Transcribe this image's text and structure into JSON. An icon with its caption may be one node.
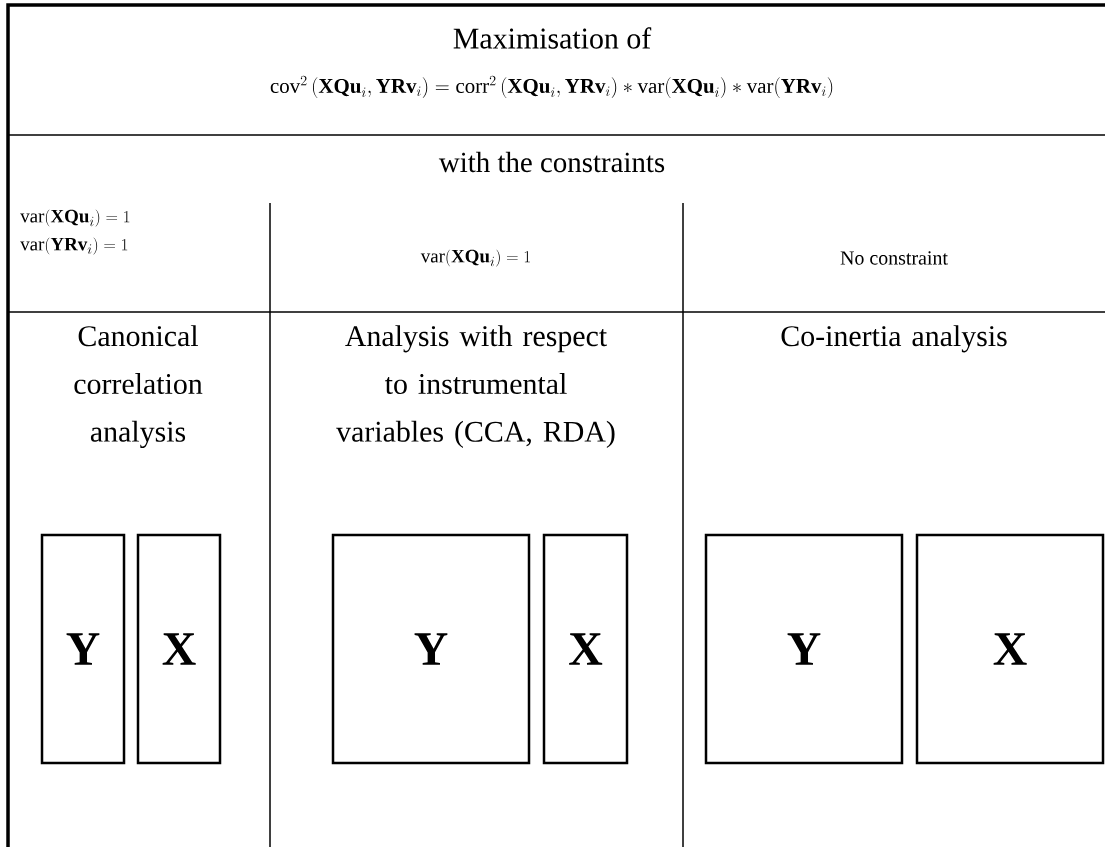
{
  "diagram": {
    "nodes": [
      {
        "text": [
          "Y"
        ]
      },
      {
        "text": [
          "X"
        ]
      },
      {
        "text": [
          "Y"
        ]
      },
      {
        "text": [
          "X"
        ]
      },
      {
        "text": [
          "Y"
        ]
      },
      {
        "text": [
          "X"
        ]
      }
    ],
    "labels": [
      "Maximisation of",
      "\\mathrm{cov}^2\\left(\\mathbf{XQu}_i, \\mathbf{YRv}_i\\right) = \\mathrm{corr}^2\\left(\\mathbf{XQu}_i, \\mathbf{YRv}_i\\right) * \\mathrm{var}(\\mathbf{XQu}_i) * \\mathrm{var}(\\mathbf{YRv}_i)",
      "with the constraints",
      "\\mathrm{var}(\\mathbf{XQu}_i) = 1",
      "\\mathrm{var}(\\mathbf{YRv}_i) = 1",
      "\\mathrm{var}(\\mathbf{XQu}_i) = 1",
      "No constraint",
      "Canonical correlation analysis",
      "Analysis with respect to instrumental variables (CCA, RDA)",
      "Co-inertia analysis"
    ]
  }
}
